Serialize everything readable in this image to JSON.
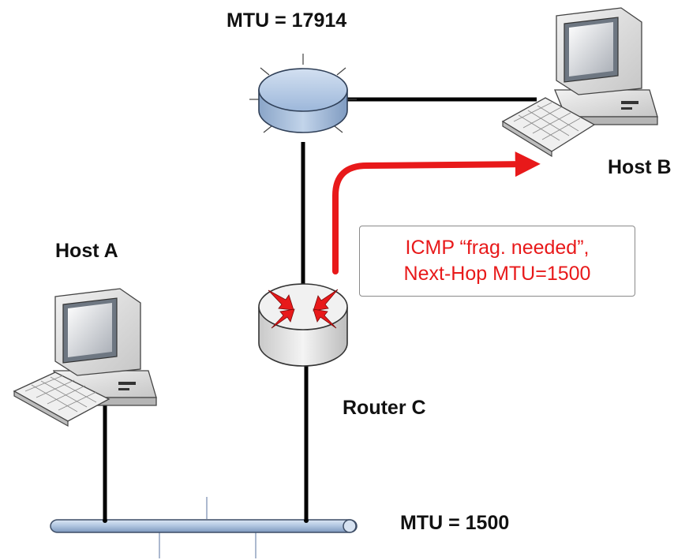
{
  "labels": {
    "mtu_top": "MTU = 17914",
    "host_b": "Host B",
    "host_a": "Host A",
    "router_c": "Router C",
    "mtu_bottom": "MTU = 1500"
  },
  "icmp_message": {
    "line1": "ICMP “frag. needed”,",
    "line2": "Next-Hop MTU=1500"
  },
  "colors": {
    "text": "#111111",
    "icmp": "#e8191a",
    "link": "#000000",
    "router_top_fill": "#a9c2e2",
    "bus_fill": "#b3c8e2"
  }
}
